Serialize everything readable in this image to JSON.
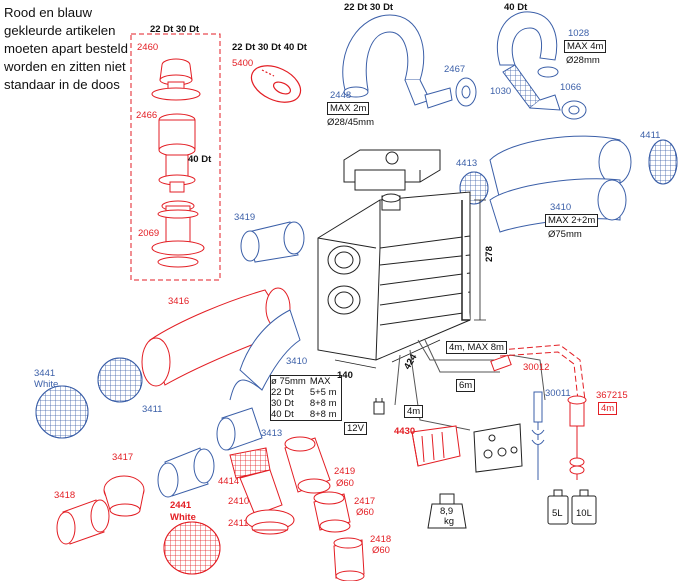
{
  "note": "Rood en blauw gekleurde artikelen moeten apart besteld worden en zitten niet standaar in de doos",
  "colors": {
    "red": "#e31e24",
    "blue": "#3b5fa8",
    "line": "#555555",
    "dark": "#111111"
  },
  "labels": {
    "dt_22_30_left": "22 Dt   30 Dt",
    "dt_22_30_40": "22 Dt  30 Dt  40 Dt",
    "dt_22_30_top": "22 Dt     30 Dt",
    "dt_40_top": "40 Dt",
    "dt_40": "40 Dt",
    "p2460": "2460",
    "p2466": "2466",
    "p2069": "2069",
    "p5400": "5400",
    "p2448": "2448",
    "p2467": "2467",
    "max2m": "MAX 2m",
    "d28_45": "Ø28/45mm",
    "p1028": "1028",
    "max4m": "MAX 4m",
    "d28": "Ø28mm",
    "p1030": "1030",
    "p1066": "1066",
    "p4411": "4411",
    "p4413": "4413",
    "p3410_right": "3410",
    "max2p2": "MAX 2+2m",
    "d75": "Ø75mm",
    "p3419": "3419",
    "dim278": "278",
    "p3416": "3416",
    "p3410_left": "3410",
    "p3441": "3441",
    "white1": "White",
    "p3411": "3411",
    "dim140": "140",
    "dim424": "424",
    "run4m8m": "4m, MAX 8m",
    "p30012": "30012",
    "run6m": "6m",
    "p30011": "30011",
    "p367215": "367215",
    "run4m_red": "4m",
    "run4m": "4m",
    "v12": "12V",
    "p3413": "3413",
    "p4430": "4430",
    "p3417": "3417",
    "p4414": "4414",
    "p2419": "2419",
    "d60_1": "Ø60",
    "p2410": "2410",
    "p3418": "3418",
    "p2441": "2441",
    "white2": "White",
    "p2411": "2411",
    "p2417": "2417",
    "d60_2": "Ø60",
    "weight": "8,9",
    "weight_unit": "kg",
    "tank5": "5L",
    "tank10": "10L",
    "p2418": "2418",
    "d60_3": "Ø60"
  },
  "spec": {
    "header_left": "ø 75mm",
    "header_right": "MAX",
    "rows": [
      {
        "dt": "22 Dt",
        "len": "5+5 m"
      },
      {
        "dt": "30 Dt",
        "len": "8+8 m"
      },
      {
        "dt": "40 Dt",
        "len": "8+8 m"
      }
    ]
  }
}
